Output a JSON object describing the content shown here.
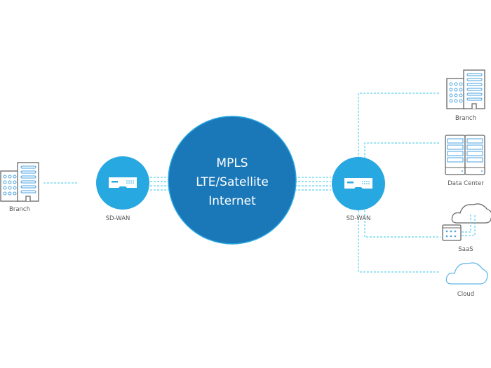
{
  "core": {
    "lines": [
      "MPLS",
      "LTE/Satellite",
      "Internet"
    ],
    "color": "#1b78b8"
  },
  "sdwan_color": "#28a8e0",
  "left": {
    "branch_label": "Branch",
    "sdwan_label": "SD-WAN"
  },
  "right": {
    "sdwan_label": "SD-WAN",
    "destinations": [
      {
        "label": "Branch",
        "icon": "building-icon"
      },
      {
        "label": "Data Center",
        "icon": "server-rack-icon"
      },
      {
        "label": "SaaS",
        "icon": "saas-cloud-icon"
      },
      {
        "label": "Cloud",
        "icon": "cloud-icon"
      }
    ]
  }
}
